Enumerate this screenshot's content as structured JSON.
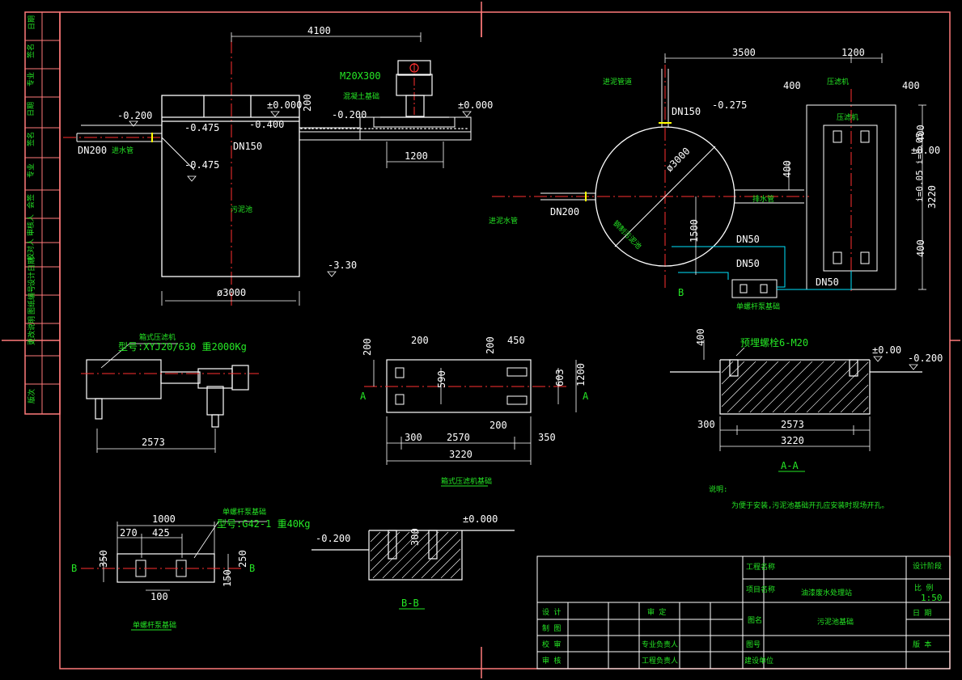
{
  "colors": {
    "background": "#000000",
    "frame": "#ff7a7a",
    "line": "#ffffff",
    "dimension": "#ffffff",
    "label": "#25e625",
    "axis": "#ff3030",
    "pipe": "#ffff00",
    "conduit": "#00e5ff"
  },
  "elevation_view": {
    "dim_top": "4100",
    "bolt": "M20X300",
    "slab_label": "混凝土基础",
    "dim_200": "200",
    "el_ground_left": "-0.200",
    "el_zero": "±0.000",
    "el_zero_right": "±0.000",
    "el_m0200": "-0.200",
    "el_m0475a": "-0.475",
    "el_m0400": "-0.400",
    "el_m0475b": "-0.475",
    "dn150": "DN150",
    "dn200": "DN200",
    "inlet_label": "进水管",
    "tank_label": "污泥池",
    "el_bottom": "-3.30",
    "dim_dia": "ø3000",
    "dim_1200": "1200"
  },
  "plan_view": {
    "dim_3500": "3500",
    "dim_1200": "1200",
    "dim_400_left": "400",
    "dim_400_right": "400",
    "vent_label": "进泥管道",
    "sludge_label": "压滤机",
    "dn150": "DN150",
    "el_m0275": "-0.275",
    "el_zero": "±0.00",
    "slot_label": "压滤机",
    "dim_3220": "3220",
    "dim_400_v1": "400",
    "dim_400_v2": "400",
    "slope": "i=0.05 i=0.05",
    "dia": "ø3000",
    "tank_label": "钢制污泥池",
    "dn200": "DN200",
    "inlet_label": "进泥水管",
    "dim_400_mid": "400",
    "pipe_label": "排水管",
    "dim_1500": "1500",
    "dn50_a": "DN50",
    "dn50_b": "DN50",
    "dn50_c": "DN50",
    "section_mark": "B",
    "pump_label": "单螺杆泵基础"
  },
  "press_side": {
    "title": "箱式压滤机",
    "model": "型号:XYJ20/630  重2000Kg",
    "dim_2573": "2573"
  },
  "press_plan": {
    "dim_200_t": "200",
    "dim_450": "450",
    "dim_200_l": "200",
    "dim_200_m": "200",
    "dim_590": "590",
    "dim_603": "603",
    "dim_1200": "1200",
    "mark_a_left": "A",
    "mark_a_right": "A",
    "dim_200_b": "200",
    "dim_300": "300",
    "dim_2570": "2570",
    "dim_350": "350",
    "dim_3220": "3220",
    "caption": "箱式压滤机基础"
  },
  "section_aa": {
    "bolt": "预埋螺栓6-M20",
    "dim_400": "400",
    "el_zero": "±0.00",
    "el_m0200": "-0.200",
    "dim_300": "300",
    "dim_2573": "2573",
    "dim_3220": "3220",
    "title": "A-A"
  },
  "notes": {
    "title": "说明:",
    "line1": "为便于安装,污泥池基础开孔应安装时现场开孔。"
  },
  "pump_plan": {
    "title": "单螺杆泵基础",
    "model": "型号:G42-1  重40Kg",
    "dim_1000": "1000",
    "dim_270": "270",
    "dim_425": "425",
    "dim_350": "350",
    "dim_250": "250",
    "dim_150": "150",
    "dim_100": "100",
    "mark_b_left": "B",
    "mark_b_right": "B",
    "caption": "单螺杆泵基础"
  },
  "section_bb": {
    "el_m0200": "-0.200",
    "el_zero": "±0.000",
    "dim_300": "300",
    "title": "B-B"
  },
  "left_strip": {
    "cells": [
      "日期",
      "签名",
      "专业",
      "日期",
      "签名",
      "专业",
      "会签",
      "审核人",
      "校对人",
      "设计日期",
      "图纸编号",
      "更改说明",
      "版次"
    ]
  },
  "title_block": {
    "project_label": "工程名称",
    "item_label": "项目名称",
    "item_name": "油漆废水处理站",
    "design_stage": "设计阶段",
    "scale_label": "比 例",
    "scale_value": "1:50",
    "drawing_label": "图名",
    "drawing_name": "污泥池基础",
    "date_label": "日 期",
    "number_label": "图号",
    "version_label": "版 本",
    "unit_label": "建设单位",
    "designer": "设 计",
    "drafter": "制 图",
    "checker": "校 审",
    "approver": "审 核",
    "reviewer": "审 定",
    "prof_lead": "专业负责人",
    "proj_lead": "工程负责人"
  }
}
